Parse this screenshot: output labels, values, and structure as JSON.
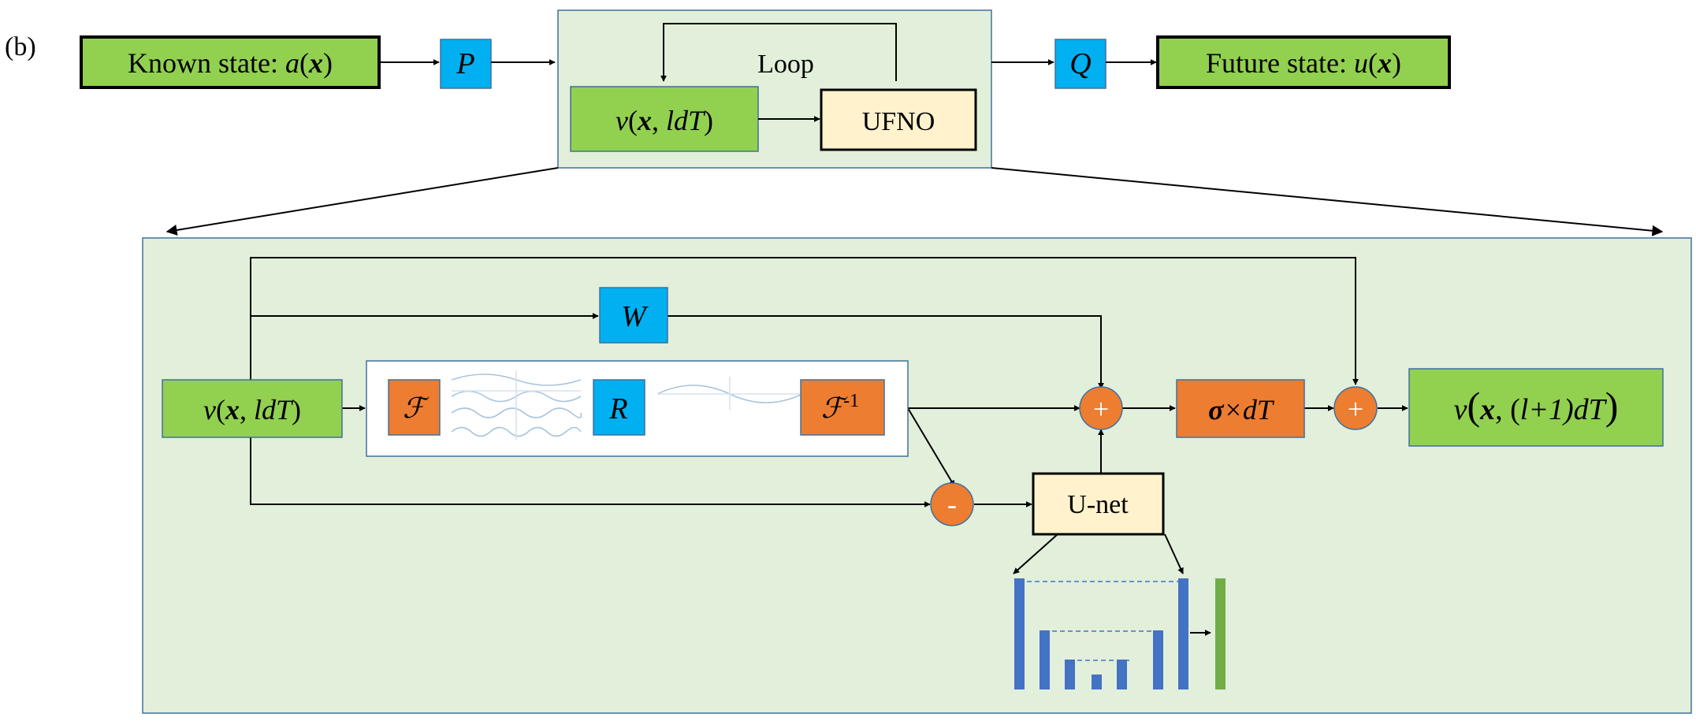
{
  "panel_label": "(b)",
  "top_row": {
    "known_state": {
      "prefix": "Known state: ",
      "fn": "a",
      "arg": "x"
    },
    "p_label": "P",
    "loop_label": "Loop",
    "v_fn": "v",
    "v_arg": "x",
    "v_time": "ldT",
    "ufno_label": "UFNO",
    "q_label": "Q",
    "future_state": {
      "prefix": "Future state: ",
      "fn": "u",
      "arg": "x"
    }
  },
  "detail": {
    "w_label": "W",
    "v_in": {
      "fn": "v",
      "arg": "x",
      "time": "ldT"
    },
    "fourier_label": "ℱ",
    "r_label": "R",
    "inverse_fourier_label": "ℱ",
    "inverse_fourier_sup": "-1",
    "plus_sign": "+",
    "minus_sign": "-",
    "sigma_symbol": "σ",
    "sigma_rest": "×dT",
    "unet_label": "U-net",
    "v_out": {
      "fn": "v",
      "arg": "x",
      "time_open": "(",
      "time_l": "l",
      "time_rest": "+1)dT"
    }
  },
  "colors": {
    "green_box": "#92d050",
    "blue_box": "#00b0f0",
    "orange": "#ed7d31",
    "cream": "#fff2cc",
    "panel_bg": "#e2efda",
    "panel_border": "#41719c",
    "unet_bar": "#4472c4",
    "unet_out_bar": "#70ad47"
  }
}
